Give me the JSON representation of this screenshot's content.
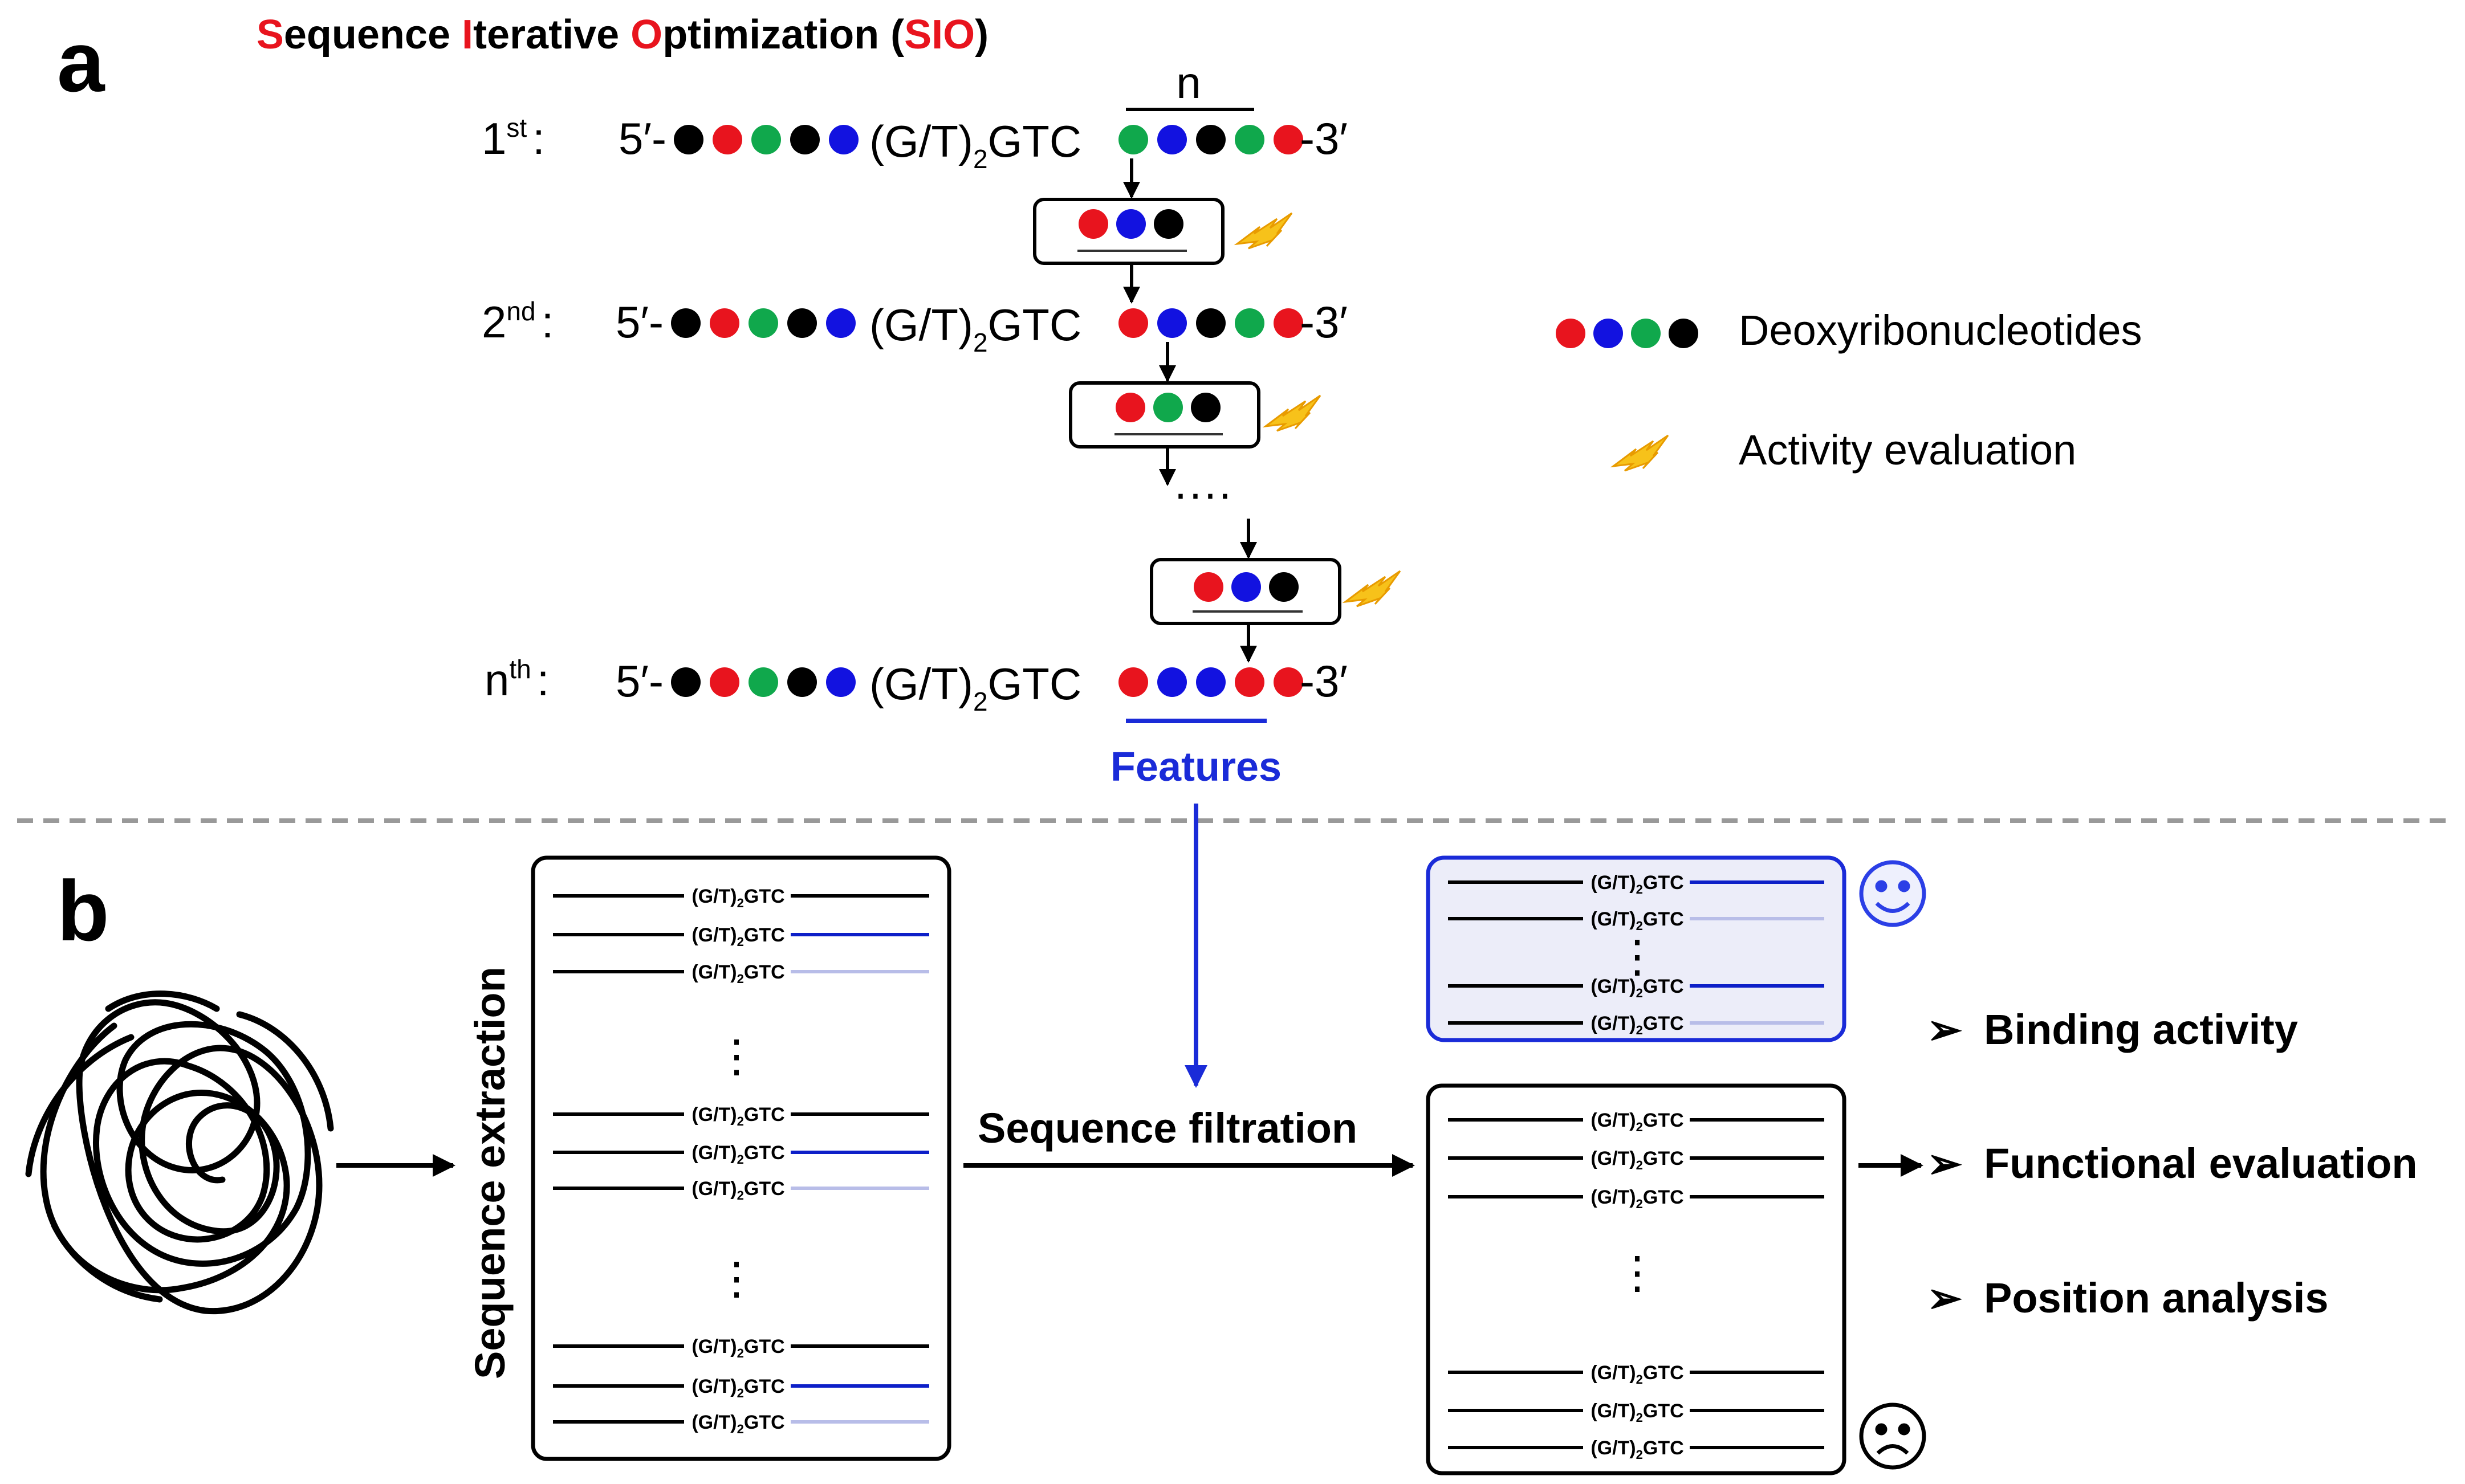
{
  "panel_a": {
    "label": "a",
    "title_parts": [
      {
        "t": "S",
        "c": "#e8141e"
      },
      {
        "t": "equence ",
        "c": "#000000"
      },
      {
        "t": "I",
        "c": "#e8141e"
      },
      {
        "t": "terative ",
        "c": "#000000"
      },
      {
        "t": "O",
        "c": "#e8141e"
      },
      {
        "t": "ptimization (",
        "c": "#000000"
      },
      {
        "t": "SIO",
        "c": "#e8141e"
      },
      {
        "t": ")",
        "c": "#000000"
      }
    ],
    "n_label": "n",
    "rounds": [
      {
        "num": "1",
        "sup": "st",
        "colon": ":",
        "prefix": "5′-",
        "core": "(G/T)",
        "core_sub": "2",
        "core_end": "GTC",
        "suffix": "-3′",
        "left": [
          "k",
          "r",
          "g",
          "k",
          "b"
        ],
        "right": [
          "g",
          "b",
          "k",
          "g",
          "r"
        ]
      },
      {
        "num": "2",
        "sup": "nd",
        "colon": ":",
        "prefix": "5′-",
        "core": "(G/T)",
        "core_sub": "2",
        "core_end": "GTC",
        "suffix": "-3′",
        "left": [
          "k",
          "r",
          "g",
          "k",
          "b"
        ],
        "right": [
          "r",
          "b",
          "k",
          "g",
          "r"
        ]
      },
      {
        "num": "n",
        "sup": "th",
        "colon": ":",
        "prefix": "5′-",
        "core": "(G/T)",
        "core_sub": "2",
        "core_end": "GTC",
        "suffix": "-3′",
        "left": [
          "k",
          "r",
          "g",
          "k",
          "b"
        ],
        "right": [
          "r",
          "b",
          "b",
          "r",
          "r"
        ]
      }
    ],
    "boxes": [
      [
        "r",
        "b",
        "k"
      ],
      [
        "r",
        "g",
        "k"
      ],
      [
        "r",
        "b",
        "k"
      ]
    ],
    "dots_text": "····",
    "features_label": "Features",
    "legend": {
      "dots": [
        "r",
        "b",
        "g",
        "k"
      ],
      "dots_label": "Deoxyribonucleotides",
      "bolt_label": "Activity evaluation"
    }
  },
  "panel_b": {
    "label": "b",
    "extraction_label": "Sequence extraction",
    "filtration_label": "Sequence filtration",
    "seq_text": "(G/T)",
    "seq_sub": "2",
    "seq_end": "GTC",
    "vdots": "⋮",
    "bullets": [
      "Binding activity",
      "Functional evaluation",
      "Position analysis"
    ],
    "bullet_marker": "➢"
  },
  "colors": {
    "r": "#e8141e",
    "g": "#10a84c",
    "b": "#1212e0",
    "k": "#000000",
    "bolt": "#f4b400",
    "line_blue": "#0d1fc8",
    "line_light": "#b8bde8",
    "box_blue": "#1a2bd8",
    "box_fill": "#ecedf9",
    "face": "#2b3fe6",
    "features": "#1a2bd8"
  }
}
